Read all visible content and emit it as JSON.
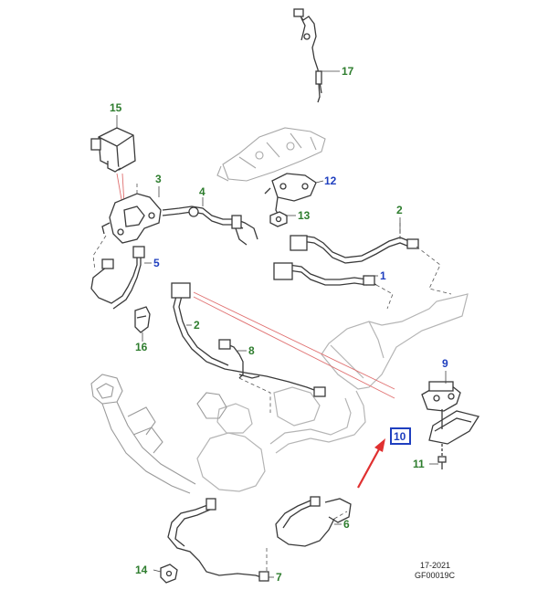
{
  "colors": {
    "background": "#ffffff",
    "line_art": "#3a3a3a",
    "light_art": "#b8b8b8",
    "callout_green": "#2e7d2e",
    "callout_blue": "#1f3fbf",
    "highlight_red": "#e03030",
    "highlight_box": "#1f3fbf"
  },
  "callouts": [
    {
      "id": "c17",
      "label": "17",
      "color": "green"
    },
    {
      "id": "c15",
      "label": "15",
      "color": "green"
    },
    {
      "id": "c12",
      "label": "12",
      "color": "blue"
    },
    {
      "id": "c3",
      "label": "3",
      "color": "green"
    },
    {
      "id": "c4",
      "label": "4",
      "color": "green"
    },
    {
      "id": "c13",
      "label": "13",
      "color": "green"
    },
    {
      "id": "c2a",
      "label": "2",
      "color": "green"
    },
    {
      "id": "c1",
      "label": "1",
      "color": "blue"
    },
    {
      "id": "c5",
      "label": "5",
      "color": "blue"
    },
    {
      "id": "c2b",
      "label": "2",
      "color": "green"
    },
    {
      "id": "c16",
      "label": "16",
      "color": "green"
    },
    {
      "id": "c8",
      "label": "8",
      "color": "green"
    },
    {
      "id": "c9",
      "label": "9",
      "color": "blue"
    },
    {
      "id": "c10",
      "label": "10",
      "color": "blue",
      "highlighted": true
    },
    {
      "id": "c11",
      "label": "11",
      "color": "green"
    },
    {
      "id": "c6",
      "label": "6",
      "color": "green"
    },
    {
      "id": "c14",
      "label": "14",
      "color": "green"
    },
    {
      "id": "c7",
      "label": "7",
      "color": "green"
    }
  ],
  "footer": {
    "year_code": "17-2021",
    "figure_code": "GF00019C"
  },
  "icons": {
    "arrow": "red-arrow-icon"
  }
}
